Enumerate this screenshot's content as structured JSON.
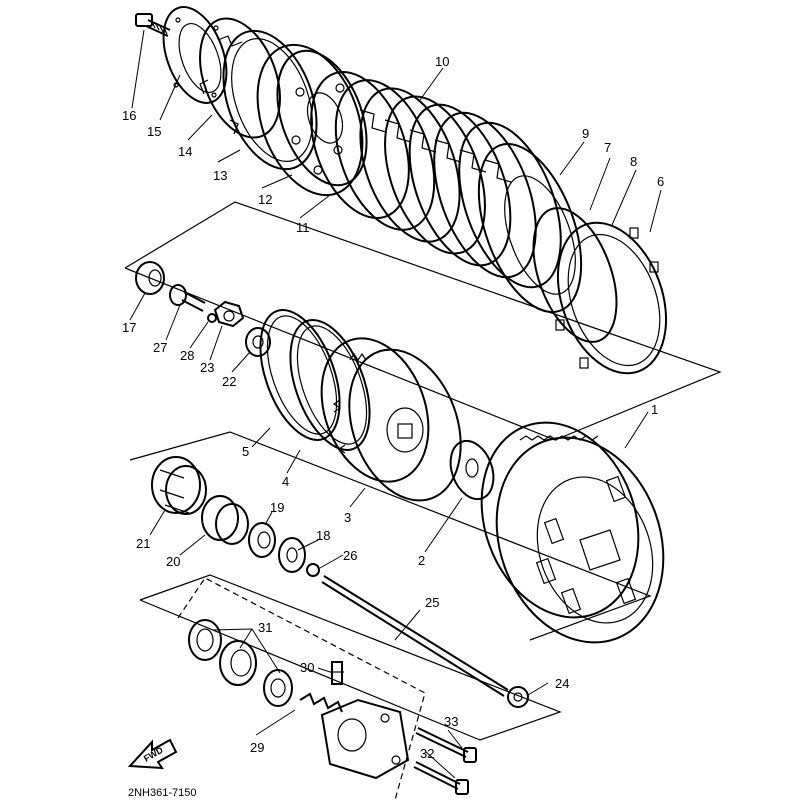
{
  "diagram": {
    "drawing_code": "2NH361-7150",
    "fwd_label": "FWD",
    "callouts": [
      "1",
      "2",
      "3",
      "4",
      "5",
      "6",
      "7",
      "8",
      "9",
      "10",
      "11",
      "12",
      "13",
      "14",
      "15",
      "16",
      "17",
      "18",
      "19",
      "20",
      "21",
      "22",
      "23",
      "24",
      "25",
      "26",
      "27",
      "28",
      "29",
      "30",
      "31",
      "32",
      "33"
    ]
  }
}
